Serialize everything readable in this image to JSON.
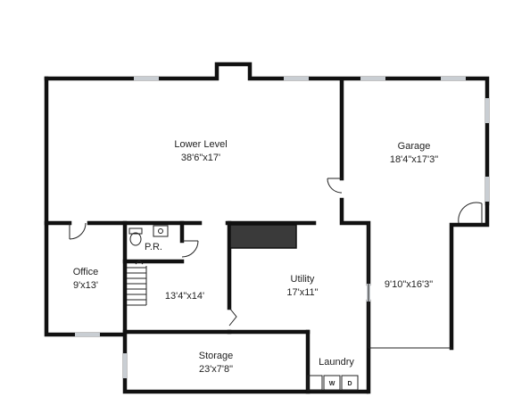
{
  "rooms": {
    "lower_level": {
      "name": "Lower Level",
      "dims": "38'6\"x17'"
    },
    "garage": {
      "name": "Garage",
      "dims": "18'4\"x17'3\""
    },
    "garage_bay": {
      "dims": "9'10\"x16'3\""
    },
    "office": {
      "name": "Office",
      "dims": "9'x13'"
    },
    "powder_room": {
      "name": "P.R."
    },
    "hall": {
      "dims": "13'4\"x14'"
    },
    "utility": {
      "name": "Utility",
      "dims": "17'x11\""
    },
    "storage": {
      "name": "Storage",
      "dims": "23'x7'8\""
    },
    "laundry": {
      "name": "Laundry"
    }
  },
  "appliances": {
    "washer": "W",
    "dryer": "D"
  },
  "colors": {
    "wall": "#111111",
    "window": "#c9ced3",
    "furnace": "#3a3a3a"
  }
}
